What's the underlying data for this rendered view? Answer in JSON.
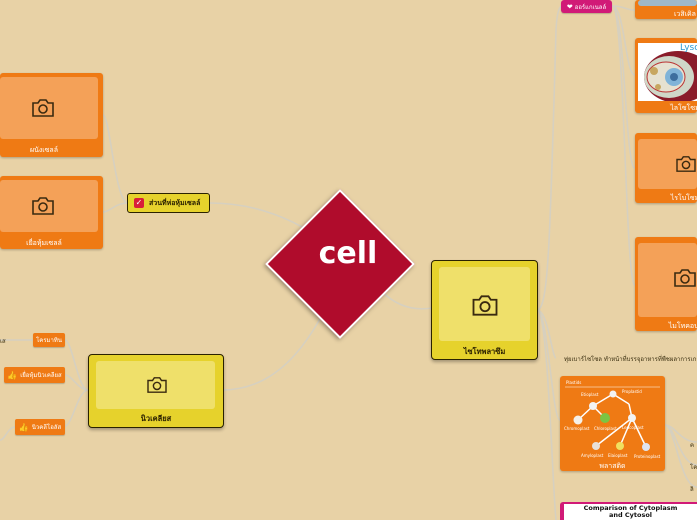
{
  "center": {
    "label": "cell"
  },
  "left_branch": {
    "label": "ส่วนที่ห่อหุ้มเซลล์",
    "children": [
      {
        "label": "ผนังเซลล์"
      },
      {
        "label": "เยื่อหุ้มเซลล์"
      }
    ]
  },
  "nucleus_branch": {
    "label": "นิวเคลียส",
    "children": [
      {
        "label": "โครมาทิน"
      },
      {
        "label": "เยื่อหุ้มนิวเคลียส"
      },
      {
        "label": "นิวคลีโอลัส"
      }
    ],
    "cut_text": "เส"
  },
  "cytoplasm_branch": {
    "label": "ไซโทพลาซึม",
    "top_tag": "ออร์แกเนลล์",
    "children": [
      {
        "label": "เวสิเคิล"
      },
      {
        "label": "ไลโซโซม",
        "image_text": "Lyso"
      },
      {
        "label": "ไรโบโซม"
      },
      {
        "label": "ไมโทคอนเ"
      }
    ],
    "note": "ทุ่ยเบาร์ไซโซล ทำหน้าที่บรรจุอาหารที่พืชผลาการเกลแมกซ์",
    "plastid": {
      "label": "พลาสติด",
      "diagram_items": [
        "Plastids",
        "Proplastid",
        "Etioplast",
        "Chromoplast",
        "Chloroplast",
        "Leucoplast",
        "Amyloplast",
        "Elaioplast",
        "Proteinoplast"
      ]
    },
    "plastid_subs": [
      "ค",
      "โค",
      "ลิ"
    ],
    "comparison": "Comparison of Cytoplasm and Cytosol"
  }
}
